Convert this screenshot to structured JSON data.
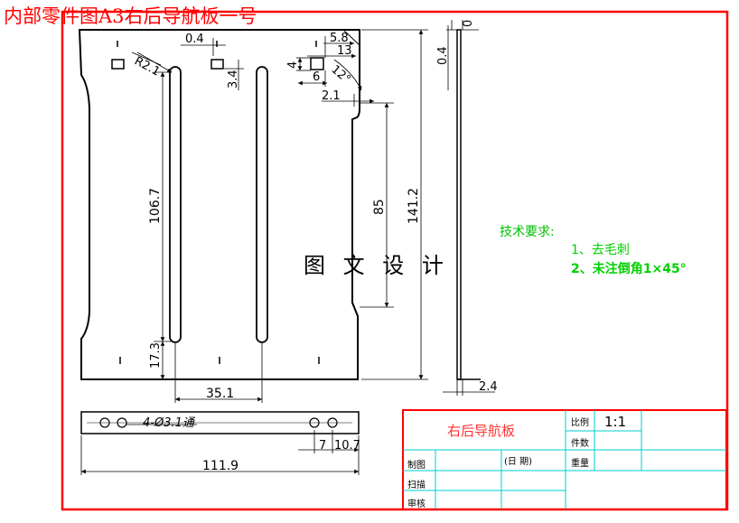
{
  "title": "内部零件图A3右后导航板一号",
  "watermark": "图 文 设 计",
  "dimensions": {
    "r_fillet": "R2.1",
    "d_0_4_top": "0.4",
    "d_3_4": "3.4",
    "d_5_8": "5.8",
    "d_13": "13",
    "d_4": "4",
    "d_6": "6",
    "d_12deg": "12°",
    "d_2_1": "2.1",
    "d_106_7": "106.7",
    "d_85": "85",
    "d_141_2": "141.2",
    "d_17_3": "17.3",
    "d_35_1": "35.1",
    "d_0_4_side": "0.4",
    "d_side_top": "0",
    "d_2_4": "2.4",
    "d_holes": "4-Ø3.1通",
    "d_7": "7",
    "d_10_7": "10.7",
    "d_111_9": "111.9"
  },
  "requirements": {
    "heading": "技术要求:",
    "items": [
      "1、去毛刺",
      "2、未注倒角1×45°"
    ]
  },
  "title_block": {
    "part_name": "右后导航板",
    "scale_label": "比例",
    "scale_value": "1:1",
    "count_label": "件数",
    "weight_label": "重量",
    "draw_label": "制图",
    "date_label": "(日    期)",
    "scan_label": "扫描",
    "review_label": "审核"
  },
  "colors": {
    "frame": "#ff0000",
    "table": "#00cccc",
    "title_text": "#ff0000",
    "requirements": "#00c000",
    "drawing": "#000000"
  }
}
